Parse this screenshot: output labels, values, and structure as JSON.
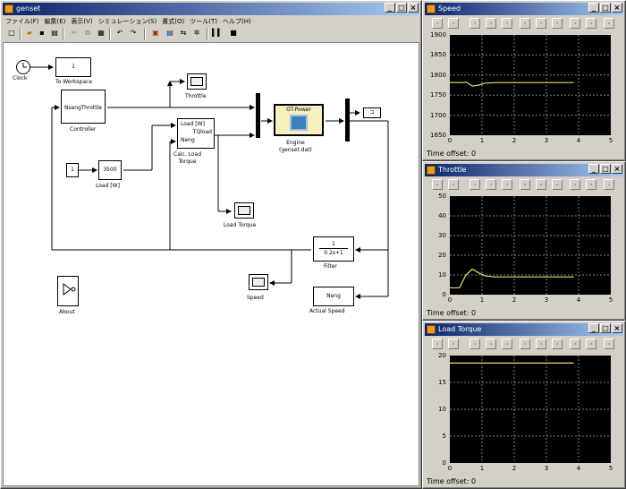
{
  "model_window": {
    "title": "genset",
    "menu": [
      "ファイル(F)",
      "編集(E)",
      "表示(V)",
      "シミュレーション(S)",
      "書式(O)",
      "ツール(T)",
      "ヘルプ(H)"
    ],
    "blocks": {
      "clock": "Clock",
      "to_workspace_value": "1",
      "to_workspace": "To Workspace",
      "controller_inputs": "Nseng",
      "controller_outputs": "Throttle",
      "controller": "Controller",
      "throttle_scope": "Throttle",
      "calc_in1": "Load [W]",
      "calc_out": "TQload",
      "calc_in2": "Neng",
      "calc_label": "Calc. Load\nTorque",
      "const_one": "1",
      "load_value": "3500",
      "load_label": "Load [W]",
      "engine_title": "GT-Power",
      "engine_label": "Engine\n(genset.dat)",
      "load_torque_scope": "Load Torque",
      "filter_num": "1",
      "filter_den": "0.2s+1",
      "filter": "Filter",
      "speed_scope": "Speed",
      "neng_value": "Neng",
      "actual_speed": "Actual Speed",
      "about": "About"
    }
  },
  "scope_windows": [
    {
      "title": "Speed",
      "yticks": [
        "1900",
        "1850",
        "1800",
        "1750",
        "1700",
        "1650"
      ],
      "xticks": [
        "0",
        "1",
        "2",
        "3",
        "4",
        "5"
      ],
      "time_offset": "Time offset:  0"
    },
    {
      "title": "Throttle",
      "yticks": [
        "50",
        "40",
        "30",
        "20",
        "10",
        "0"
      ],
      "xticks": [
        "0",
        "1",
        "2",
        "3",
        "4",
        "5"
      ],
      "time_offset": "Time offset:  0"
    },
    {
      "title": "Load Torque",
      "yticks": [
        "20",
        "15",
        "10",
        "5",
        "0"
      ],
      "xticks": [
        "0",
        "1",
        "2",
        "3",
        "4",
        "5"
      ],
      "time_offset": "Time offset:  0"
    }
  ],
  "colors": {
    "trace": "#e8e060",
    "grid": "#808080",
    "plot_bg": "#000000",
    "engine_block": "#f8f0c0"
  }
}
